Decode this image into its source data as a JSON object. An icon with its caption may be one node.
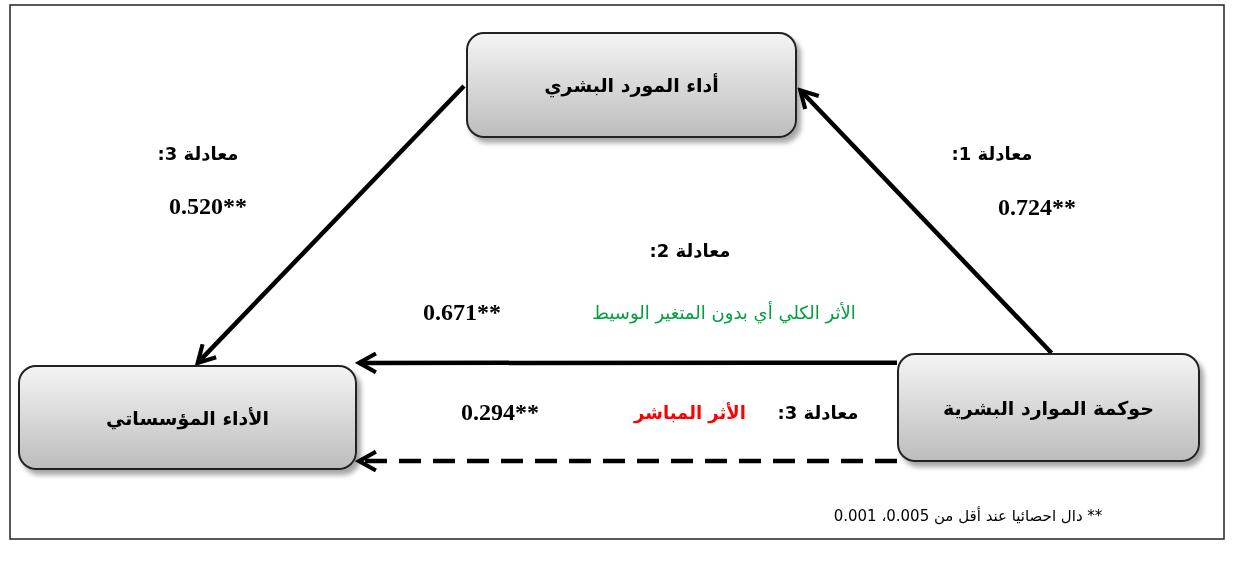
{
  "diagram": {
    "nodes": [
      {
        "text": [
          "أداء المورد البشري"
        ]
      },
      {
        "text": [
          "الأداء المؤسساتي"
        ]
      },
      {
        "text": [
          "حوكمة الموارد البشرية"
        ]
      }
    ],
    "edges": [
      {
        "from": 2,
        "to": 0,
        "arrow": "to"
      },
      {
        "from": 0,
        "to": 1,
        "arrow": "to"
      },
      {
        "from": 2,
        "to": 1,
        "arrow": "to"
      },
      {
        "from": 2,
        "to": 1,
        "arrow": "to",
        "style": "dashed"
      }
    ],
    "labels": [
      "معادلة 3:",
      "0.520**",
      "معادلة 1:",
      "0.724**",
      "معادلة 2:",
      "0.671**",
      "الأثر الكلي أي بدون المتغير الوسيط",
      "0.294**",
      "معادلة 3:",
      "الأثر المباشر",
      "** دال احصائيا عند أقل من 0.005، 0.001"
    ]
  }
}
